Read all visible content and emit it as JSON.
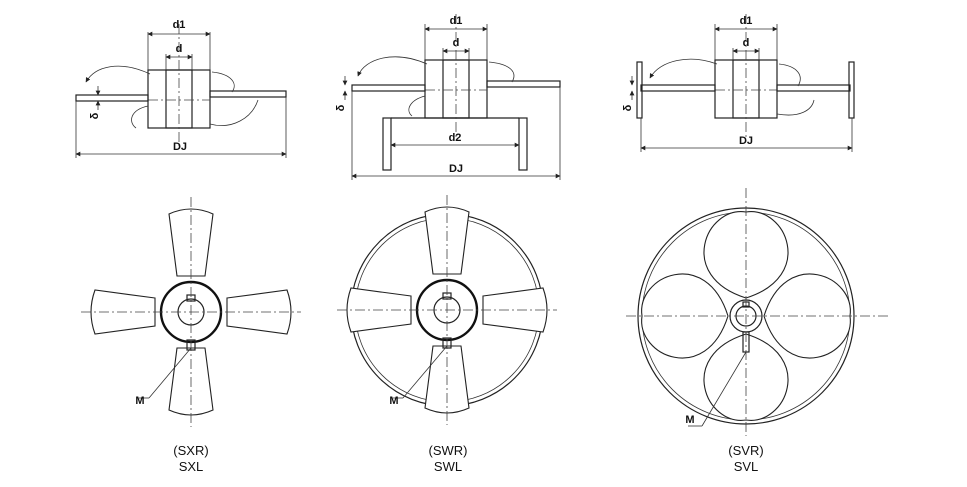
{
  "labels": {
    "d1": "d1",
    "d": "d",
    "dj": "DJ",
    "d2": "d2",
    "delta": "δ",
    "m": "M"
  },
  "captions": [
    {
      "top": "(SXR)",
      "bottom": "SXL"
    },
    {
      "top": "(SWR)",
      "bottom": "SWL"
    },
    {
      "top": "(SVR)",
      "bottom": "SVL"
    }
  ]
}
